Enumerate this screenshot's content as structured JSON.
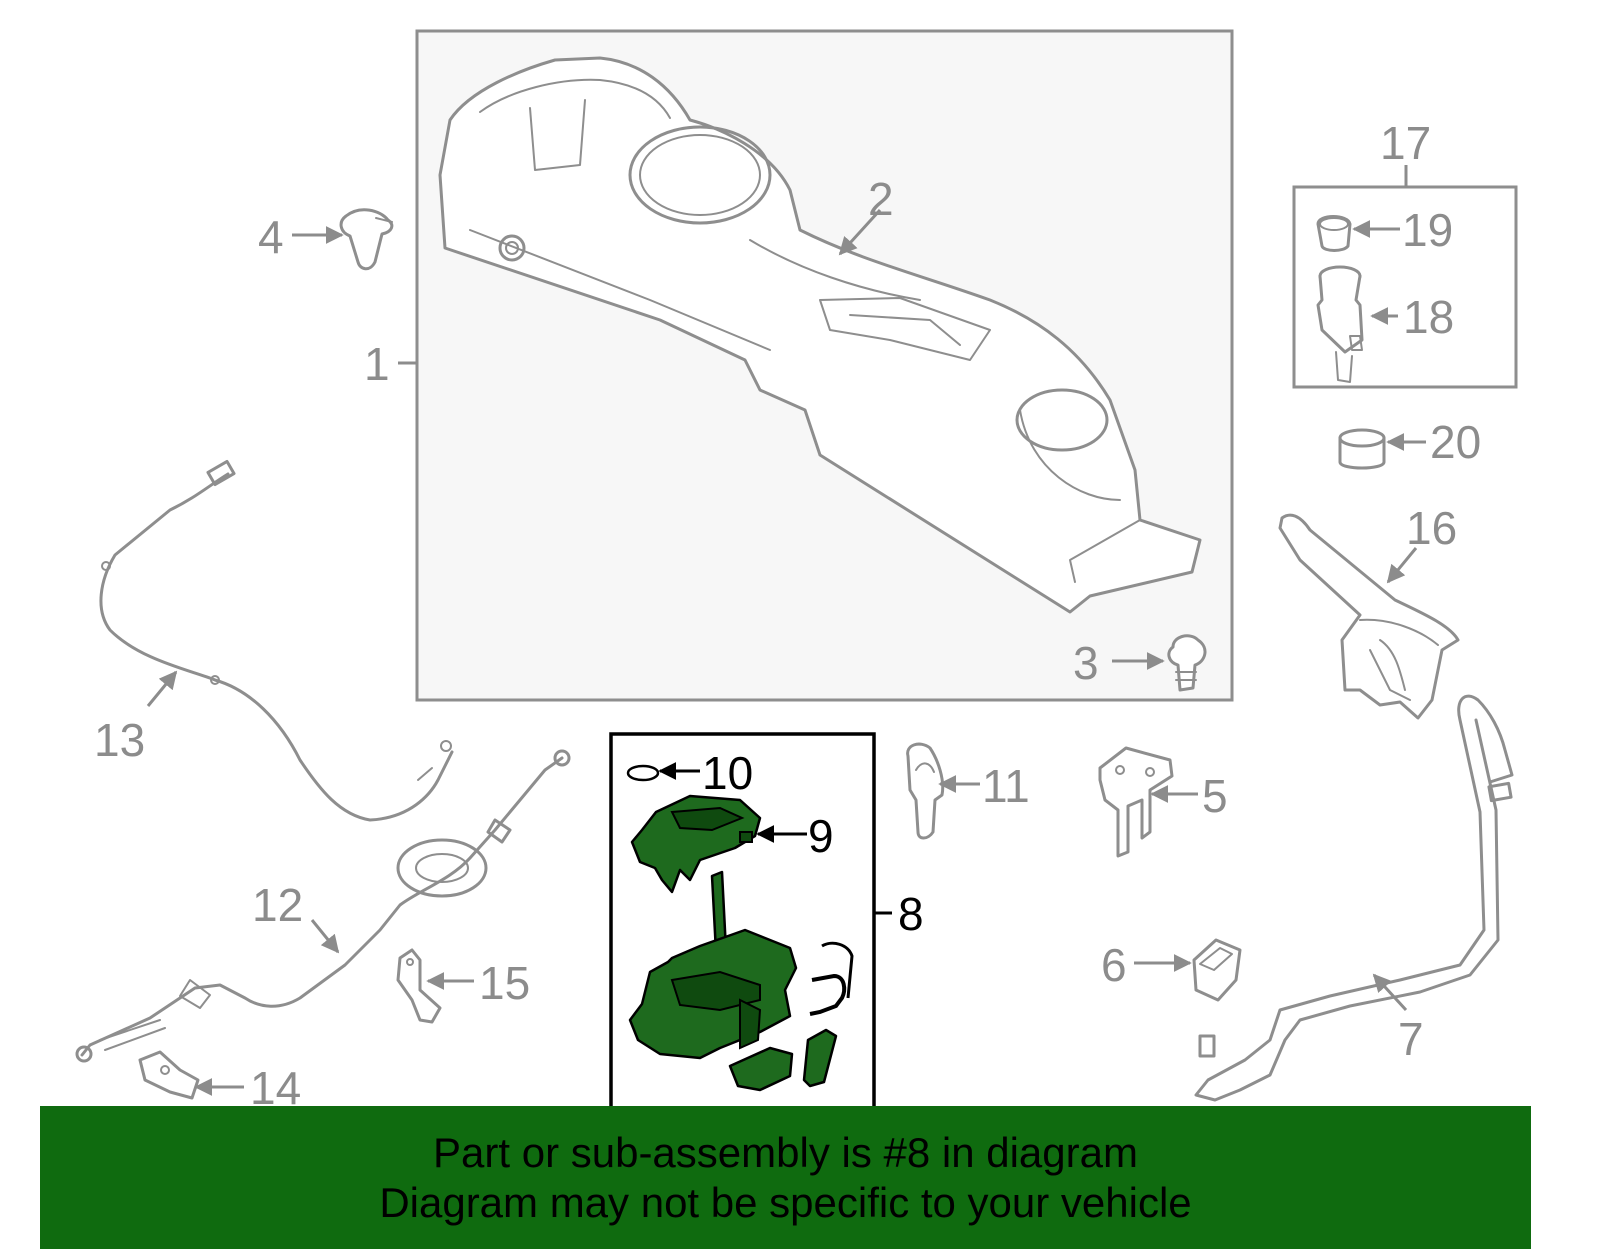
{
  "callouts": {
    "c1": "1",
    "c2": "2",
    "c3": "3",
    "c4": "4",
    "c5": "5",
    "c6": "6",
    "c7": "7",
    "c8": "8",
    "c9": "9",
    "c10": "10",
    "c11": "11",
    "c12": "12",
    "c13": "13",
    "c14": "14",
    "c15": "15",
    "c16": "16",
    "c17": "17",
    "c18": "18",
    "c19": "19",
    "c20": "20"
  },
  "highlight": {
    "part": "8",
    "color": "#1e6a1e"
  },
  "banner": {
    "line1": "Part or sub-assembly is #8 in diagram",
    "line2": "Diagram may not be specific to your vehicle",
    "color": "#0f6b0f"
  }
}
